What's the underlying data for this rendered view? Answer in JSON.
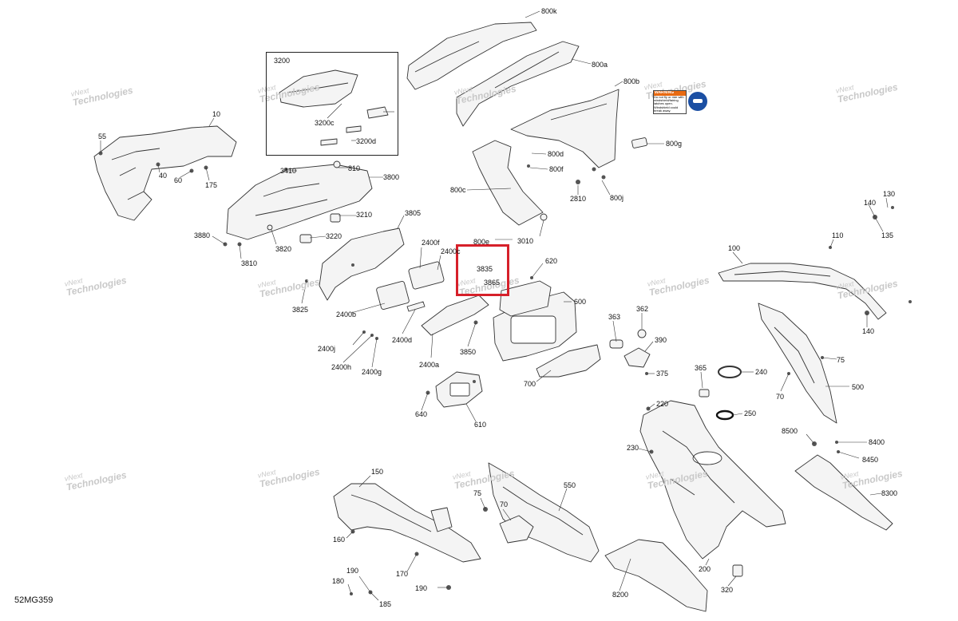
{
  "diagram_code": "52MG359",
  "watermark": {
    "line1": "vNext",
    "line2": "Technologies"
  },
  "warning_decal": {
    "heading": "WARNING",
    "text": "Do not fly or ride with windshield/fairing latches open. Windshield could break away."
  },
  "parts": [
    "800k",
    "800a",
    "800b",
    "800g",
    "800c",
    "800d",
    "800f",
    "2810",
    "800j",
    "3010",
    "800e",
    "3200",
    "3200c",
    "3200d",
    "10",
    "55",
    "40",
    "60",
    "175",
    "3410",
    "810",
    "3800",
    "3210",
    "3220",
    "3820",
    "3810",
    "3880",
    "3805",
    "2400f",
    "2400c",
    "3835",
    "3865",
    "2400b",
    "3825",
    "2400d",
    "2400a",
    "2400j",
    "2400h",
    "2400g",
    "3850",
    "620",
    "600",
    "700",
    "640",
    "610",
    "363",
    "362",
    "390",
    "375",
    "365",
    "240",
    "250",
    "220",
    "230",
    "200",
    "320",
    "8200",
    "130",
    "140",
    "135",
    "110",
    "100",
    "75",
    "70",
    "500",
    "140",
    "8500",
    "8400",
    "8450",
    "8300",
    "150",
    "160",
    "190",
    "180",
    "185",
    "170",
    "190",
    "75",
    "70",
    "550"
  ],
  "accent_color": "#d6202a"
}
